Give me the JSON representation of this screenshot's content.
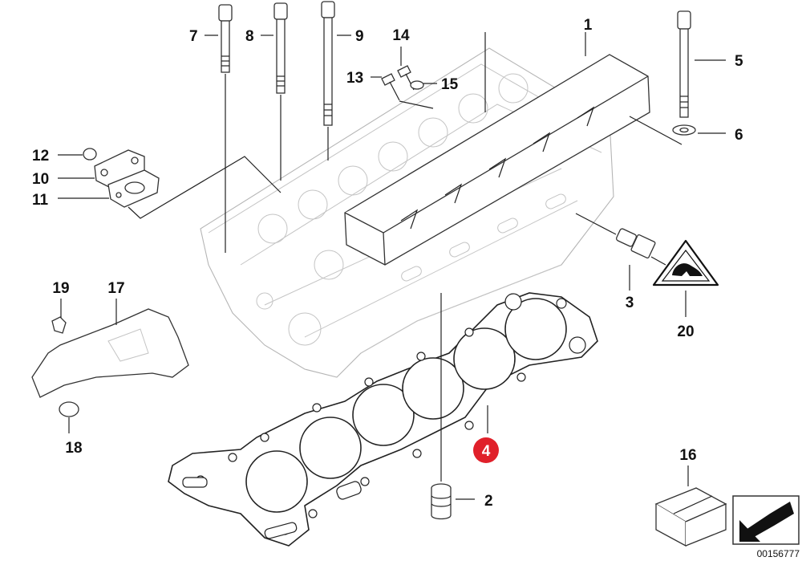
{
  "callouts": {
    "c1": "1",
    "c2": "2",
    "c3": "3",
    "c4": "4",
    "c5": "5",
    "c6": "6",
    "c7": "7",
    "c8": "8",
    "c9": "9",
    "c10": "10",
    "c11": "11",
    "c12": "12",
    "c13": "13",
    "c14": "14",
    "c15": "15",
    "c16": "16",
    "c17": "17",
    "c18": "18",
    "c19": "19",
    "c20": "20"
  },
  "highlight_color": "#e0202a",
  "document_id": "00156777",
  "icons": {
    "warning": "hot-surface-warning-icon",
    "arrow": "navigation-arrow-icon"
  }
}
